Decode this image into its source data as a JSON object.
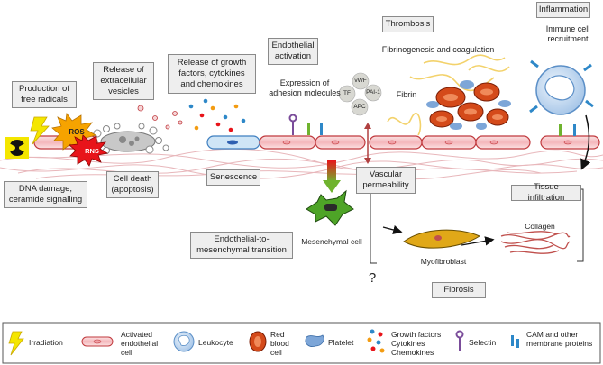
{
  "labels": {
    "production_free_radicals": "Production of free radicals",
    "release_vesicles": "Release of extracellular vesicles",
    "release_growth_factors": "Release of growth factors, cytokines and chemokines",
    "endothelial_activation": "Endothelial activation",
    "thrombosis": "Thrombosis",
    "inflammation": "Inflammation",
    "dna_damage": "DNA damage, ceramide signalling",
    "cell_death": "Cell death (apoptosis)",
    "senescence": "Senescence",
    "vascular_permeability": "Vascular permeability",
    "tissue_infiltration": "Tissue infiltration",
    "endmt": "Endothelial-to-mesenchymal transition",
    "fibrosis": "Fibrosis"
  },
  "plain_text": {
    "expression_adhesion": "Expression of adhesion molecules",
    "fibrinogenesis": "Fibrinogenesis and coagulation",
    "fibrin": "Fibrin",
    "immune_recruitment": "Immune cell recruitment",
    "mesenchymal_cell": "Mesenchymal cell",
    "myofibroblast": "Myofibroblast",
    "collagen": "Collagen",
    "question_mark": "?",
    "ros": "ROS",
    "rns": "RNS"
  },
  "factors": [
    "vWF",
    "TF",
    "PAI-1",
    "APC"
  ],
  "legend": {
    "irradiation": "Irradiation",
    "activated_endothelial_cell": "Activated endothelial cell",
    "leukocyte": "Leukocyte",
    "red_blood_cell": "Red blood cell",
    "platelet": "Platelet",
    "growth_factors": "Growth factors Cytokines Chemokines",
    "selectin": "Selectin",
    "cam": "CAM and other membrane proteins"
  },
  "colors": {
    "endothelium_fill": "#f7c9cc",
    "endothelium_border": "#c0393d",
    "tissue_line": "#e8b7bb",
    "label_box": "#eeeeee",
    "ros_burst": "#f6a300",
    "rns_burst": "#e8141a",
    "mesenchymal_cell": "#4ea427",
    "myofibroblast": "#e0a818",
    "collagen": "#c0504d",
    "leukocyte": "#c9def2",
    "platelet": "#7da6d8",
    "red_blood_cell": "#d44a1a",
    "fibrin": "#f3d26b",
    "selectin": "#7a4c9a",
    "cam": "#2e88c8"
  }
}
